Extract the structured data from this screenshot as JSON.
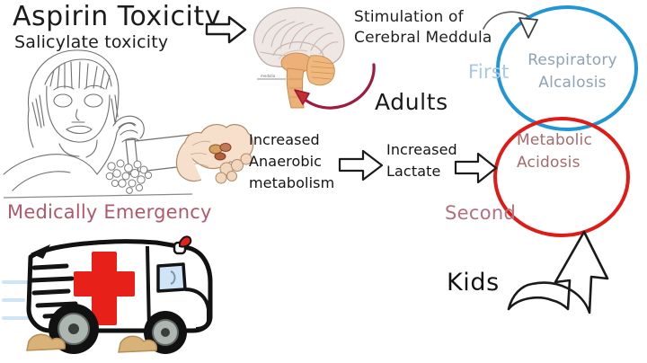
{
  "meta": {
    "subject": "Aspirin (Salicylate) Toxicity — acid-base effects",
    "background_color": "#ffffff"
  },
  "title": {
    "main": "Aspirin Toxicity",
    "subtitle": "Salicylate toxicity"
  },
  "labels": {
    "stimulation_line1": "Stimulation of",
    "stimulation_line2": "Cerebral Meddula",
    "adults": "Adults",
    "kids": "Kids",
    "first": "First",
    "second": "Second",
    "emergency": "Medically Emergency"
  },
  "pathway": {
    "step1_line1": "Increased",
    "step1_line2": "Anaerobic",
    "step1_line3": "metabolism",
    "step2_line1": "Increased",
    "step2_line2": "Lactate"
  },
  "outcomes": [
    {
      "id": "respiratory-alkalosis",
      "line1": "Respiratory",
      "line2": "Alcalosis",
      "order_label": "First",
      "population": "Adults",
      "circle_color": "#2196d4",
      "text_color": "#8ea3b5"
    },
    {
      "id": "metabolic-acidosis",
      "line1": "Metabolic",
      "line2": "Acidosis",
      "order_label": "Second",
      "population": "Kids",
      "circle_color": "#e01b15",
      "text_color": "#a86a6a"
    }
  ],
  "illustrations": {
    "girl": "girl-with-pill-bottle-sketch",
    "brain": "brain-sagittal-section",
    "hand": "hand-muscle-cells",
    "ambulance": "speeding-ambulance-cartoon"
  },
  "arrows": {
    "title_to_brain": "block-arrow-right",
    "anaerobic_to_lactate": "block-arrow-right",
    "lactate_to_acidosis": "block-arrow-right",
    "medulla_pointer": "curved-arrow-dark-red",
    "into_respiratory": "curved-arrow-thin",
    "kids_to_acidosis": "curved-block-arrow-up"
  },
  "colors": {
    "blue": "#2196d4",
    "red": "#e01b15",
    "rose": "#b0596b",
    "light_blue": "#a8c9e4",
    "ink": "#1a1a1a",
    "brain_orange": "#e8a05c",
    "crimson": "#a2173c"
  }
}
